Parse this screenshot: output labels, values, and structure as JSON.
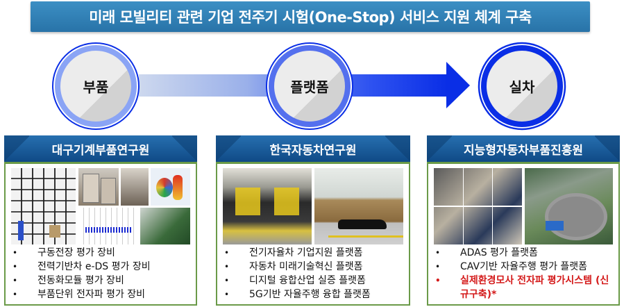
{
  "title": "미래 모빌리티 관련 기업 전주기 시험(One-Stop) 서비스 지원 체계 구축",
  "flow": {
    "nodes": [
      {
        "label": "부품"
      },
      {
        "label": "플랫폼"
      },
      {
        "label": "실차"
      }
    ],
    "colors": {
      "ring_light": "#8aa4f5",
      "ring_mid": "#5470ee",
      "ring_dark": "#0a2ee6",
      "arrow": "#0a2ee6"
    }
  },
  "panels": [
    {
      "header": "대구기계부품연구원",
      "photos": [
        "전자파 무반향실",
        "평가 장비 랙",
        "시뮬레이션 화면",
        "측정 그래프",
        "회로 기판"
      ],
      "items": [
        {
          "bullet": "•",
          "text": "구동전장 평가 장비"
        },
        {
          "bullet": "•",
          "text": "전력기반차 e-DS 평가 장비"
        },
        {
          "bullet": "•",
          "text": "전동화모듈 평가 장비"
        },
        {
          "bullet": "•",
          "text": "부품단위 전자파 평가 장비"
        }
      ]
    },
    {
      "header": "한국자동차연구원",
      "photos": [
        "다이나모 시험 설비",
        "차량 전자파 챔버"
      ],
      "items": [
        {
          "bullet": "•",
          "text": "전기자율차 기업지원 플랫폼"
        },
        {
          "bullet": "•",
          "text": "자동차 미래기술혁신 플랫폼"
        },
        {
          "bullet": "•",
          "text": "디지털 융합산업 실증 플랫폼"
        },
        {
          "bullet": "•",
          "text": "5G기반 자율주행 융합 플랫폼"
        }
      ]
    },
    {
      "header": "지능형자동차부품진흥원",
      "photos": [
        "ADAS 시험 차량",
        "주행 시험장 조감도"
      ],
      "items": [
        {
          "bullet": "•",
          "text": "ADAS 평가 플랫폼"
        },
        {
          "bullet": "•",
          "text": "CAV기반 자율주행 평가 플랫폼"
        },
        {
          "bullet": "•",
          "text": "실제환경모사 전자파 평가시스템 (신규구축)*",
          "highlight": "#d41a1a"
        }
      ]
    }
  ]
}
